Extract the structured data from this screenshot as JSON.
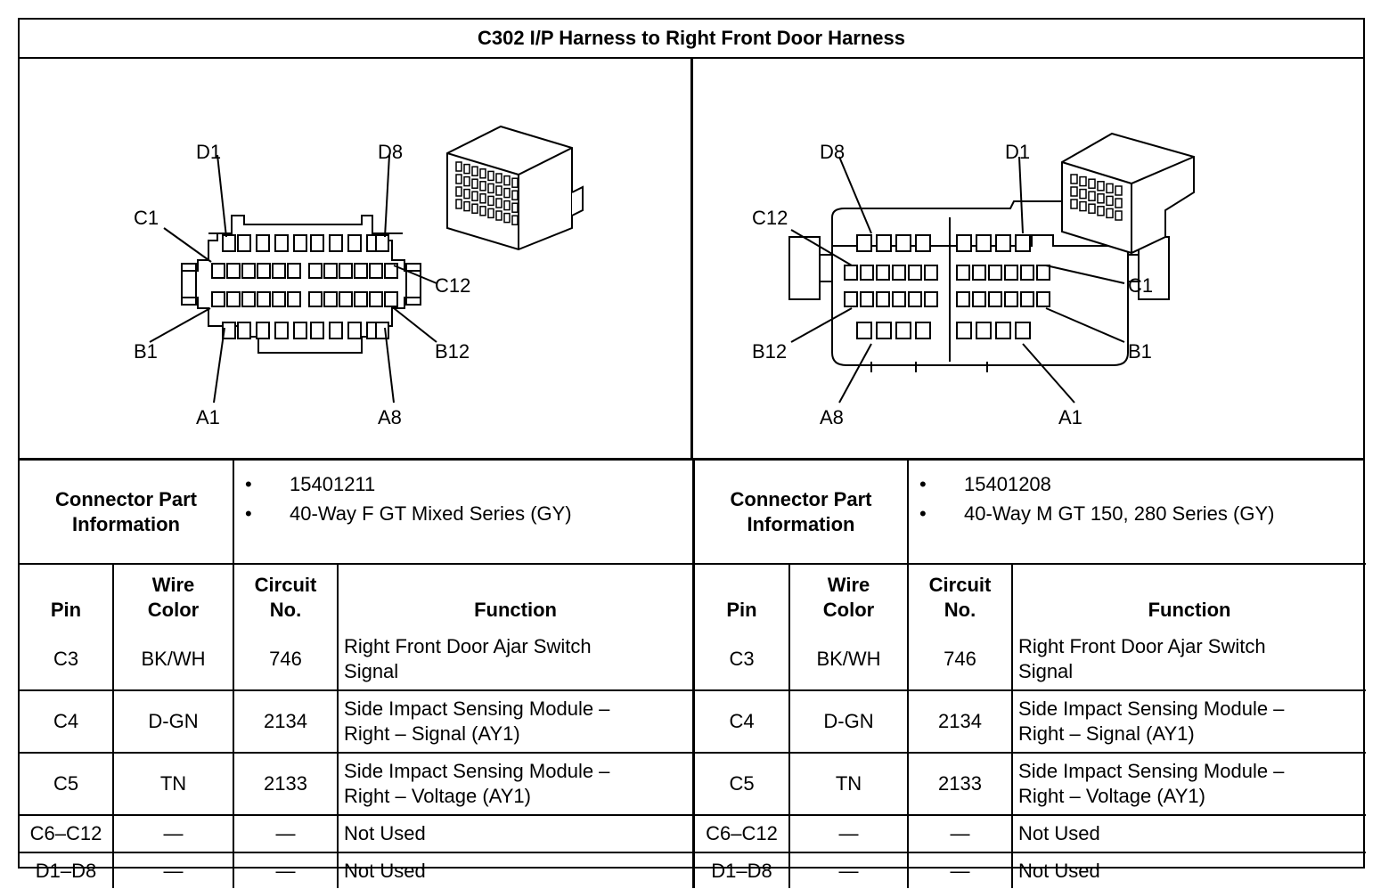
{
  "title": "C302 I/P Harness to Right Front Door Harness",
  "connectors": [
    {
      "side": "left",
      "pin_labels": {
        "d1": "D1",
        "d8": "D8",
        "c1": "C1",
        "c12": "C12",
        "b1": "B1",
        "b12": "B12",
        "a1": "A1",
        "a8": "A8"
      },
      "part_info_label": [
        "Connector Part",
        "Information"
      ],
      "part_info": [
        "15401211",
        "40-Way F GT Mixed Series (GY)"
      ],
      "columns": {
        "pin": "Pin",
        "wire_color": [
          "Wire",
          "Color"
        ],
        "circuit": [
          "Circuit",
          "No."
        ],
        "function": "Function"
      },
      "rows": [
        {
          "pin": "C3",
          "wire": "BK/WH",
          "circuit": "746",
          "function": [
            "Right Front Door Ajar Switch",
            "Signal"
          ]
        },
        {
          "pin": "C4",
          "wire": "D-GN",
          "circuit": "2134",
          "function": [
            "Side Impact Sensing Module –",
            "Right – Signal (AY1)"
          ]
        },
        {
          "pin": "C5",
          "wire": "TN",
          "circuit": "2133",
          "function": [
            "Side Impact Sensing Module –",
            "Right – Voltage (AY1)"
          ]
        },
        {
          "pin": "C6–C12",
          "wire": "—",
          "circuit": "—",
          "function": [
            "Not Used"
          ]
        },
        {
          "pin": "D1–D8",
          "wire": "—",
          "circuit": "—",
          "function": [
            "Not Used"
          ]
        }
      ]
    },
    {
      "side": "right",
      "pin_labels": {
        "d1": "D1",
        "d8": "D8",
        "c1": "C1",
        "c12": "C12",
        "b1": "B1",
        "b12": "B12",
        "a1": "A1",
        "a8": "A8"
      },
      "part_info_label": [
        "Connector Part",
        "Information"
      ],
      "part_info": [
        "15401208",
        "40-Way M GT 150, 280 Series (GY)"
      ],
      "columns": {
        "pin": "Pin",
        "wire_color": [
          "Wire",
          "Color"
        ],
        "circuit": [
          "Circuit",
          "No."
        ],
        "function": "Function"
      },
      "rows": [
        {
          "pin": "C3",
          "wire": "BK/WH",
          "circuit": "746",
          "function": [
            "Right Front Door Ajar Switch",
            "Signal"
          ]
        },
        {
          "pin": "C4",
          "wire": "D-GN",
          "circuit": "2134",
          "function": [
            "Side Impact Sensing Module –",
            "Right – Signal (AY1)"
          ]
        },
        {
          "pin": "C5",
          "wire": "TN",
          "circuit": "2133",
          "function": [
            "Side Impact Sensing Module –",
            "Right – Voltage (AY1)"
          ]
        },
        {
          "pin": "C6–C12",
          "wire": "—",
          "circuit": "—",
          "function": [
            "Not Used"
          ]
        },
        {
          "pin": "D1–D8",
          "wire": "—",
          "circuit": "—",
          "function": [
            "Not Used"
          ]
        }
      ]
    }
  ]
}
